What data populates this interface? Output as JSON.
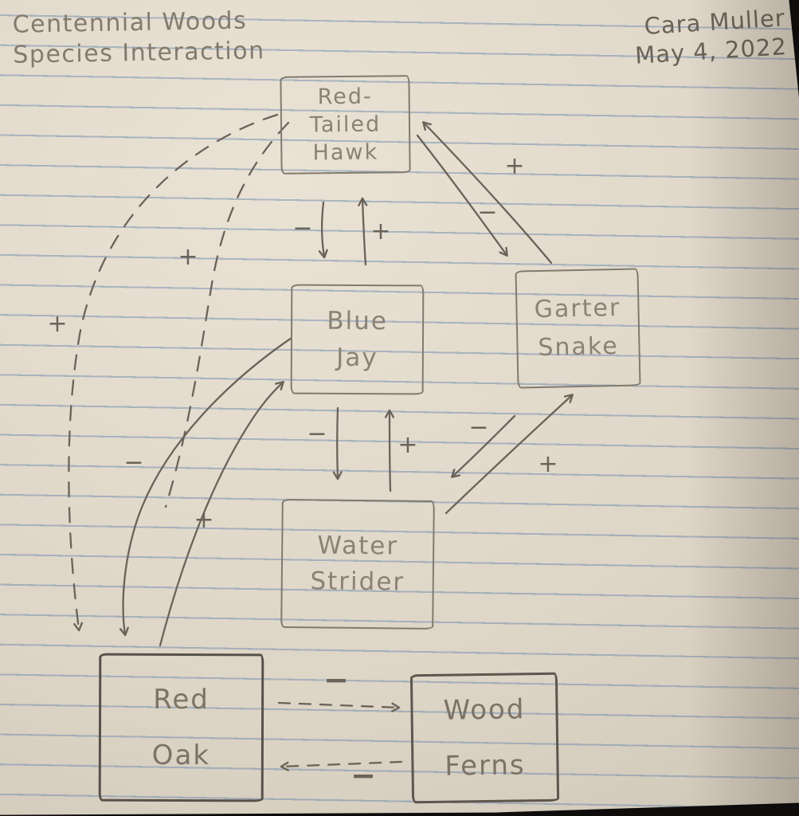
{
  "header": {
    "title_line1": "Centennial Woods",
    "title_line2": "Species Interaction",
    "author_name": "Cara Muller",
    "author_date": "May 4, 2022"
  },
  "nodes": {
    "hawk": {
      "lines": [
        "Red-",
        "Tailed",
        "Hawk"
      ]
    },
    "blue_jay": {
      "lines": [
        "Blue",
        "Jay"
      ]
    },
    "garter_snake": {
      "lines": [
        "Garter",
        "Snake"
      ]
    },
    "water_strider": {
      "lines": [
        "Water",
        "Strider"
      ]
    },
    "red_oak": {
      "lines": [
        "Red",
        "Oak"
      ]
    },
    "wood_ferns": {
      "lines": [
        "Wood",
        "Ferns"
      ]
    }
  },
  "edges": {
    "hawk_to_blue_jay": {
      "from": "Red-Tailed Hawk",
      "to": "Blue Jay",
      "sign": "−",
      "stroke": "solid"
    },
    "blue_jay_to_hawk": {
      "from": "Blue Jay",
      "to": "Red-Tailed Hawk",
      "sign": "+",
      "stroke": "solid"
    },
    "hawk_to_snake": {
      "from": "Red-Tailed Hawk",
      "to": "Garter Snake",
      "sign": "−",
      "stroke": "solid"
    },
    "snake_to_hawk": {
      "from": "Garter Snake",
      "to": "Red-Tailed Hawk",
      "sign": "+",
      "stroke": "solid"
    },
    "blue_jay_to_strider": {
      "from": "Blue Jay",
      "to": "Water Strider",
      "sign": "−",
      "stroke": "solid"
    },
    "strider_to_blue_jay": {
      "from": "Water Strider",
      "to": "Blue Jay",
      "sign": "+",
      "stroke": "solid"
    },
    "snake_to_strider": {
      "from": "Garter Snake",
      "to": "Water Strider",
      "sign": "−",
      "stroke": "solid"
    },
    "strider_to_snake": {
      "from": "Water Strider",
      "to": "Garter Snake",
      "sign": "+",
      "stroke": "solid"
    },
    "hawk_to_oak_outer": {
      "from": "Red-Tailed Hawk",
      "to": "Red Oak",
      "sign": "+",
      "stroke": "dashed"
    },
    "hawk_to_oak_inner": {
      "from": "Red-Tailed Hawk",
      "to": "Red Oak",
      "sign": "+",
      "stroke": "dashed"
    },
    "blue_jay_to_oak": {
      "from": "Blue Jay",
      "to": "Red Oak",
      "sign": "−",
      "stroke": "solid"
    },
    "oak_to_blue_jay": {
      "from": "Red Oak",
      "to": "Blue Jay",
      "sign": "+",
      "stroke": "solid"
    },
    "oak_to_ferns": {
      "from": "Red Oak",
      "to": "Wood Ferns",
      "sign": "−",
      "stroke": "dashed"
    },
    "ferns_to_oak": {
      "from": "Wood Ferns",
      "to": "Red Oak",
      "sign": "−",
      "stroke": "dashed"
    }
  }
}
